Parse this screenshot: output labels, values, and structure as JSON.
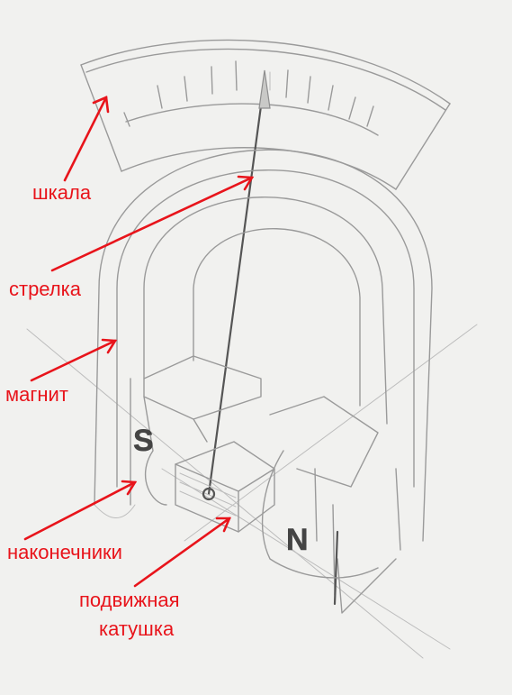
{
  "labels": {
    "scale": "шкала",
    "pointer": "стрелка",
    "magnet": "магнит",
    "pole_pieces": "наконечники",
    "coil_line1": "подвижная",
    "coil_line2": "катушка"
  },
  "poles": {
    "south": "S",
    "north": "N"
  },
  "colors": {
    "label": "#e8141b",
    "pencil": "#9a9a9a",
    "paper": "#f1f1ef"
  }
}
